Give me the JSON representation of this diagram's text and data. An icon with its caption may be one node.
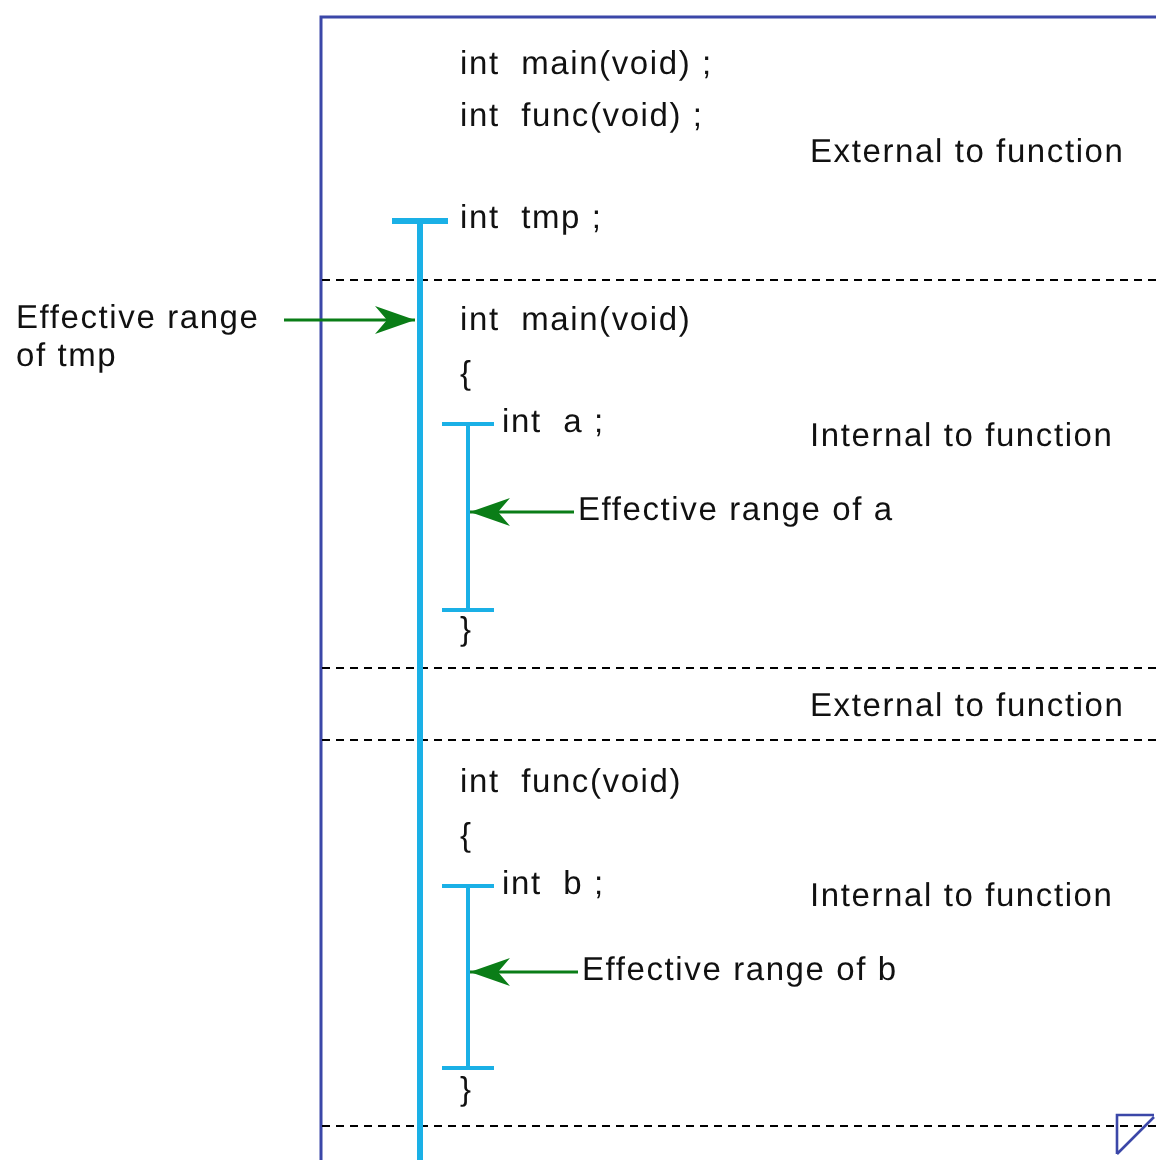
{
  "diagram": {
    "nodes": [
      {
        "text": [
          "Effective range of tmp"
        ]
      },
      {
        "text": [],
        "shape": "bar",
        "beside": [
          "int  tmp ;"
        ]
      },
      {
        "text": [
          "Effective range of a"
        ]
      },
      {
        "text": [],
        "shape": "bar",
        "beside": [
          "int  a ;"
        ]
      },
      {
        "text": [
          "Effective range of b"
        ]
      },
      {
        "text": [],
        "shape": "bar",
        "beside": [
          "int  b ;"
        ]
      }
    ],
    "edges": [
      {
        "from": 0,
        "to": 1,
        "arrow": "to"
      },
      {
        "from": 2,
        "to": 3,
        "arrow": "to"
      },
      {
        "from": 4,
        "to": 5,
        "arrow": "to"
      }
    ],
    "labels": [
      "int  main(void) ;",
      "int  func(void) ;",
      "External to function",
      "int  main(void)",
      "{",
      "Internal to function",
      "}",
      "External to function",
      "int  func(void)",
      "{",
      "Internal to function",
      "}"
    ]
  }
}
